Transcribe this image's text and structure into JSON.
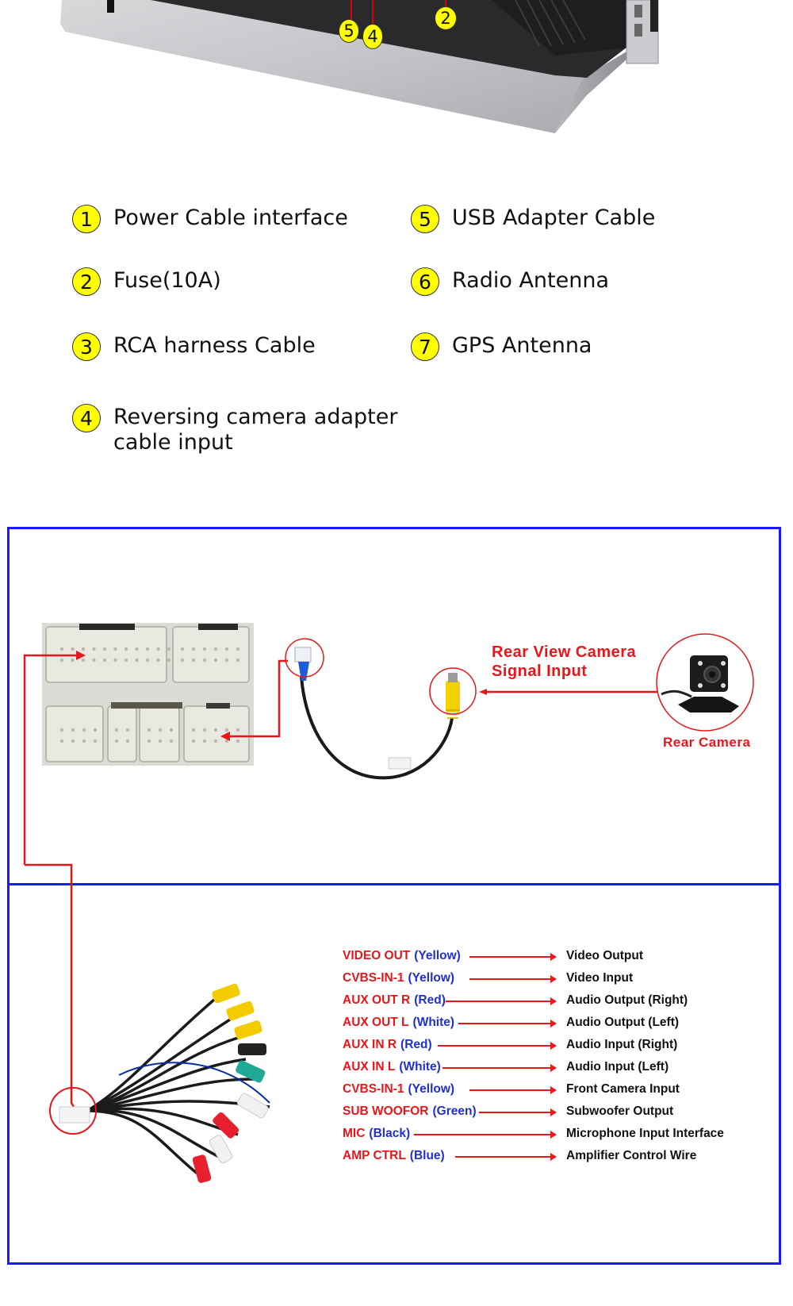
{
  "callouts_on_unit": [
    "5",
    "4",
    "2"
  ],
  "legend": {
    "items": [
      {
        "number": "1",
        "label": "Power Cable interface"
      },
      {
        "number": "2",
        "label": "Fuse(10A)"
      },
      {
        "number": "3",
        "label": "RCA harness Cable"
      },
      {
        "number": "4",
        "label": "Reversing camera adapter\ncable input"
      },
      {
        "number": "5",
        "label": "USB Adapter Cable"
      },
      {
        "number": "6",
        "label": "Radio Antenna"
      },
      {
        "number": "7",
        "label": "GPS Antenna"
      }
    ]
  },
  "rear_camera": {
    "signal_label": "Rear View Camera\nSignal Input",
    "camera_label": "Rear Camera"
  },
  "rca_pins": [
    {
      "name": "VIDEO OUT",
      "color": "(Yellow)",
      "description": "Video Output"
    },
    {
      "name": "CVBS-IN-1",
      "color": "(Yellow)",
      "description": "Video Input"
    },
    {
      "name": "AUX OUT R",
      "color": "(Red)",
      "description": "Audio Output (Right)"
    },
    {
      "name": "AUX OUT L",
      "color": "(White)",
      "description": "Audio Output (Left)"
    },
    {
      "name": "AUX IN R",
      "color": "(Red)",
      "description": "Audio Input (Right)"
    },
    {
      "name": "AUX IN L",
      "color": "(White)",
      "description": "Audio Input (Left)"
    },
    {
      "name": "CVBS-IN-1",
      "color": "(Yellow)",
      "description": "Front Camera Input"
    },
    {
      "name": "SUB WOOFOR",
      "color": "(Green)",
      "description": "Subwoofer Output"
    },
    {
      "name": "MIC",
      "color": "(Black)",
      "description": "Microphone Input Interface"
    },
    {
      "name": "AMP CTRL",
      "color": "(Blue)",
      "description": "Amplifier Control Wire"
    }
  ],
  "colors": {
    "frame_blue": "#1a1aff",
    "annotation_red": "#e8161b",
    "badge_yellow": "#ffff00",
    "wire_color_blue": "#1f2fd6"
  }
}
